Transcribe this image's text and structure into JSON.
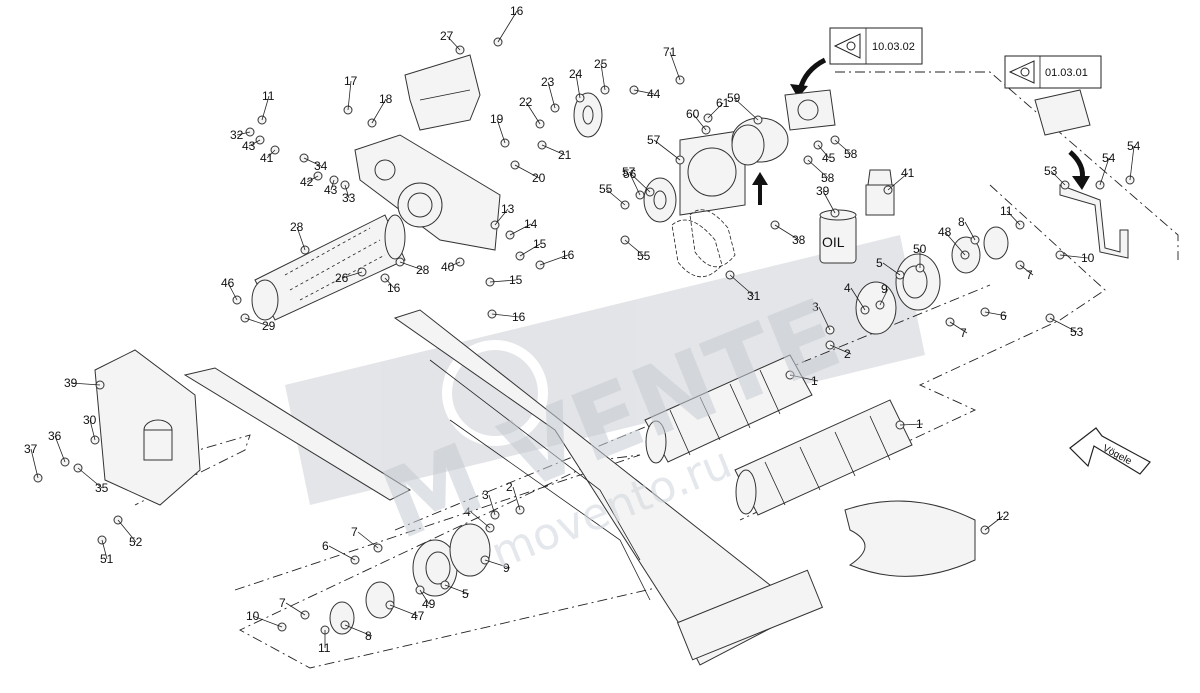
{
  "references": [
    "10.03.02",
    "01.03.01"
  ],
  "oil_label": "OIL",
  "brand_arrow_text": "Vögele",
  "watermark": {
    "main": "M VENTE",
    "sub": "movento.ru"
  },
  "callouts": [
    "1",
    "1",
    "2",
    "2",
    "3",
    "3",
    "4",
    "4",
    "5",
    "5",
    "6",
    "6",
    "7",
    "7",
    "7",
    "7",
    "8",
    "8",
    "9",
    "9",
    "10",
    "10",
    "11",
    "11",
    "11",
    "12",
    "13",
    "14",
    "15",
    "15",
    "16",
    "16",
    "16",
    "16",
    "17",
    "18",
    "19",
    "20",
    "21",
    "22",
    "23",
    "24",
    "25",
    "26",
    "27",
    "28",
    "28",
    "29",
    "30",
    "31",
    "32",
    "33",
    "34",
    "35",
    "36",
    "37",
    "38",
    "39",
    "39",
    "40",
    "41",
    "41",
    "42",
    "43",
    "43",
    "44",
    "45",
    "46",
    "47",
    "48",
    "49",
    "50",
    "51",
    "52",
    "53",
    "53",
    "54",
    "54",
    "55",
    "55",
    "56",
    "57",
    "57",
    "58",
    "58",
    "59",
    "60",
    "61",
    "71"
  ]
}
